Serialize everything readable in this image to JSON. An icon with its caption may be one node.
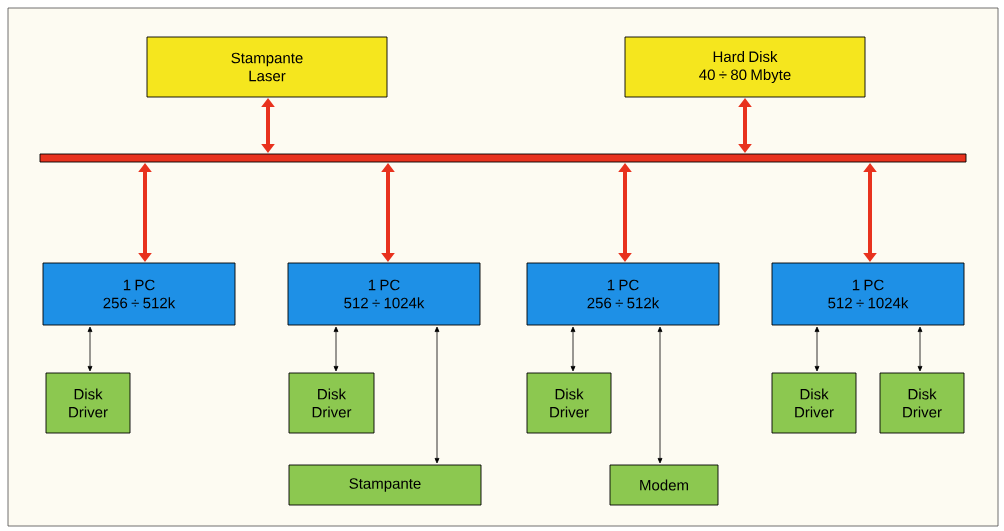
{
  "diagram": {
    "nodes": [
      {
        "text": [
          "Stampante Laser"
        ]
      },
      {
        "text": [
          "Hard Disk 40 ÷ 80 Mbyte"
        ]
      },
      {
        "text": [],
        "shape": "bar"
      },
      {
        "text": [
          "1 PC 256 ÷ 512k"
        ]
      },
      {
        "text": [
          "1 PC 512 ÷ 1024k"
        ]
      },
      {
        "text": [
          "1 PC 256 ÷ 512k"
        ]
      },
      {
        "text": [
          "1 PC 512 ÷ 1024k"
        ]
      },
      {
        "text": [
          "Disk Driver"
        ]
      },
      {
        "text": [
          "Disk Driver"
        ]
      },
      {
        "text": [
          "Disk Driver"
        ]
      },
      {
        "text": [
          "Disk Driver"
        ]
      },
      {
        "text": [
          "Disk Driver"
        ]
      },
      {
        "text": [
          "Stampante"
        ]
      },
      {
        "text": [
          "Modem"
        ]
      }
    ],
    "edges": [
      {
        "from": 0,
        "to": 2,
        "arrow": "both",
        "style": "thick",
        "color": "#e8321e"
      },
      {
        "from": 1,
        "to": 2,
        "arrow": "both",
        "style": "thick",
        "color": "#e8321e"
      },
      {
        "from": 2,
        "to": 3,
        "arrow": "both",
        "style": "thick",
        "color": "#e8321e"
      },
      {
        "from": 2,
        "to": 4,
        "arrow": "both",
        "style": "thick",
        "color": "#e8321e"
      },
      {
        "from": 2,
        "to": 5,
        "arrow": "both",
        "style": "thick",
        "color": "#e8321e"
      },
      {
        "from": 2,
        "to": 6,
        "arrow": "both",
        "style": "thick",
        "color": "#e8321e"
      },
      {
        "from": 3,
        "to": 7,
        "arrow": "both"
      },
      {
        "from": 4,
        "to": 8,
        "arrow": "both"
      },
      {
        "from": 4,
        "to": 12,
        "arrow": "both"
      },
      {
        "from": 5,
        "to": 9,
        "arrow": "both"
      },
      {
        "from": 5,
        "to": 13,
        "arrow": "both"
      },
      {
        "from": 6,
        "to": 10,
        "arrow": "both"
      },
      {
        "from": 6,
        "to": 11,
        "arrow": "both"
      }
    ]
  }
}
